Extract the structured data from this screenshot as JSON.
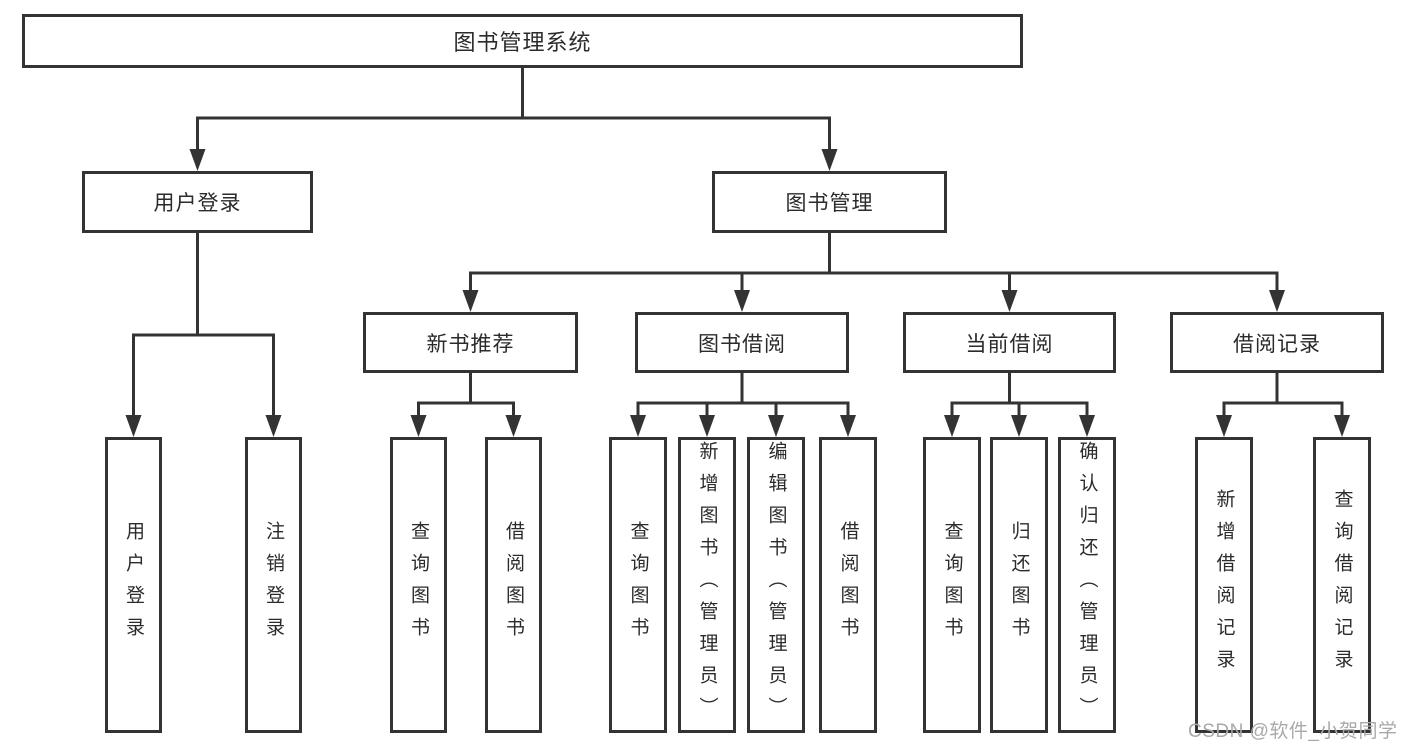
{
  "tree": {
    "root": {
      "label": "图书管理系统"
    },
    "user": {
      "label": "用户登录",
      "children": [
        {
          "label": "用户登录"
        },
        {
          "label": "注销登录"
        }
      ]
    },
    "mgmt": {
      "label": "图书管理",
      "sections": [
        {
          "label": "新书推荐",
          "children": [
            {
              "label": "查询图书"
            },
            {
              "label": "借阅图书"
            }
          ]
        },
        {
          "label": "图书借阅",
          "children": [
            {
              "label": "查询图书"
            },
            {
              "label": "新增图书（管理员）"
            },
            {
              "label": "编辑图书（管理员）"
            },
            {
              "label": "借阅图书"
            }
          ]
        },
        {
          "label": "当前借阅",
          "children": [
            {
              "label": "查询图书"
            },
            {
              "label": "归还图书"
            },
            {
              "label": "确认归还（管理员）"
            }
          ]
        },
        {
          "label": "借阅记录",
          "children": [
            {
              "label": "新增借阅记录"
            },
            {
              "label": "查询借阅记录"
            }
          ]
        }
      ]
    }
  },
  "watermark": {
    "text": "CSDN @软件_小贺同学"
  },
  "colors": {
    "line": "#333333",
    "box_border": "#333333",
    "text": "#2b2b2b",
    "watermark": "#a9a9a9",
    "background": "#ffffff"
  }
}
